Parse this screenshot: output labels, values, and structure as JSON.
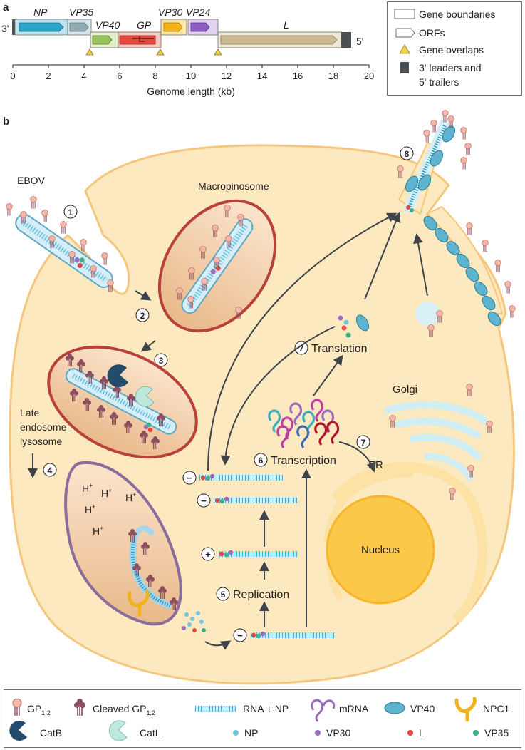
{
  "panel_a": {
    "label": "a",
    "end_left": "3'",
    "end_right": "5'",
    "genes": [
      "NP",
      "VP35",
      "VP40",
      "GP",
      "VP30",
      "VP24",
      "L"
    ],
    "axis": {
      "title": "Genome length (kb)",
      "min": 0,
      "max": 20,
      "ticks": [
        "0",
        "2",
        "4",
        "6",
        "8",
        "10",
        "12",
        "14",
        "16",
        "18",
        "20"
      ]
    },
    "legend": [
      {
        "label": "Gene boundaries"
      },
      {
        "label": "ORFs"
      },
      {
        "label": "Gene overlaps"
      },
      {
        "label": "3' leaders and"
      },
      {
        "label": "5' trailers"
      }
    ]
  },
  "panel_b": {
    "label": "b",
    "labels": {
      "ebov": "EBOV",
      "macropinosome": "Macropinosome",
      "late_endosome_1": "Late",
      "late_endosome_2": "endosome–",
      "late_endosome_3": "lysosome",
      "translation": "Translation",
      "transcription": "Transcription",
      "replication": "Replication",
      "golgi": "Golgi",
      "er": "ER",
      "nucleus": "Nucleus",
      "hplus": "H",
      "hplus_sup": "+"
    },
    "steps": [
      "1",
      "2",
      "3",
      "4",
      "5",
      "6",
      "7",
      "7",
      "8"
    ],
    "polarity": {
      "minus": "−",
      "plus": "+"
    }
  },
  "key": {
    "gp": "GP",
    "gp_sub": "1,2",
    "cleaved_gp": "Cleaved GP",
    "rna_np": "RNA + NP",
    "mrna": "mRNA",
    "vp40": "VP40",
    "npc1": "NPC1",
    "catb": "CatB",
    "catl": "CatL",
    "np": "NP",
    "vp30": "VP30",
    "l": "L",
    "vp35": "VP35"
  },
  "colors": {
    "cell_fill": "#fde9c0",
    "cell_stroke": "#f5c77e",
    "vesicle_stroke": "#b8413a",
    "nucleus": "#fbc84a",
    "rna_np": "#6fc6e3",
    "vp40": "#5eb3ce",
    "np": "#6fc6e3",
    "vp30": "#9b6bbe",
    "l": "#e2463c",
    "vp35": "#3cae8c",
    "catb": "#244b6b",
    "catl": "#bfe7de",
    "npc1": "#f2b21a",
    "gp": "#f3b6a7",
    "cleaved_gp": "#8e4e5f",
    "arrow": "#3d4348"
  }
}
